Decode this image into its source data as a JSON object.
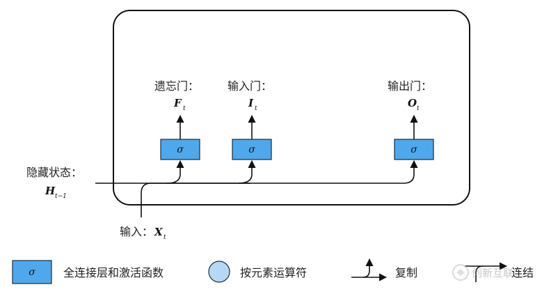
{
  "gates": {
    "forget": {
      "label": "遗忘门：",
      "var": "F",
      "sub": "t",
      "sigma": "σ"
    },
    "input": {
      "label": "输入门：",
      "var": "I",
      "sub": "t",
      "sigma": "σ"
    },
    "output": {
      "label": "输出门：",
      "var": "O",
      "sub": "t",
      "sigma": "σ"
    }
  },
  "hidden": {
    "label": "隐藏状态：",
    "var": "H",
    "sub": "t−1"
  },
  "input_x": {
    "label": "输入：",
    "var": "X",
    "sub": "t"
  },
  "legend": {
    "fc": {
      "sigma": "σ",
      "label": "全连接层和激活函数"
    },
    "elementwise": {
      "label": "按元素运算符"
    },
    "copy": {
      "label": "复制"
    },
    "concat": {
      "label": "连结"
    }
  },
  "watermark": {
    "text": "创新互联"
  },
  "colors": {
    "gate_fill": "#4fa8ec",
    "gate_stroke": "#1a2a3a",
    "op_fill": "#b7d8f5",
    "line": "#111111"
  }
}
